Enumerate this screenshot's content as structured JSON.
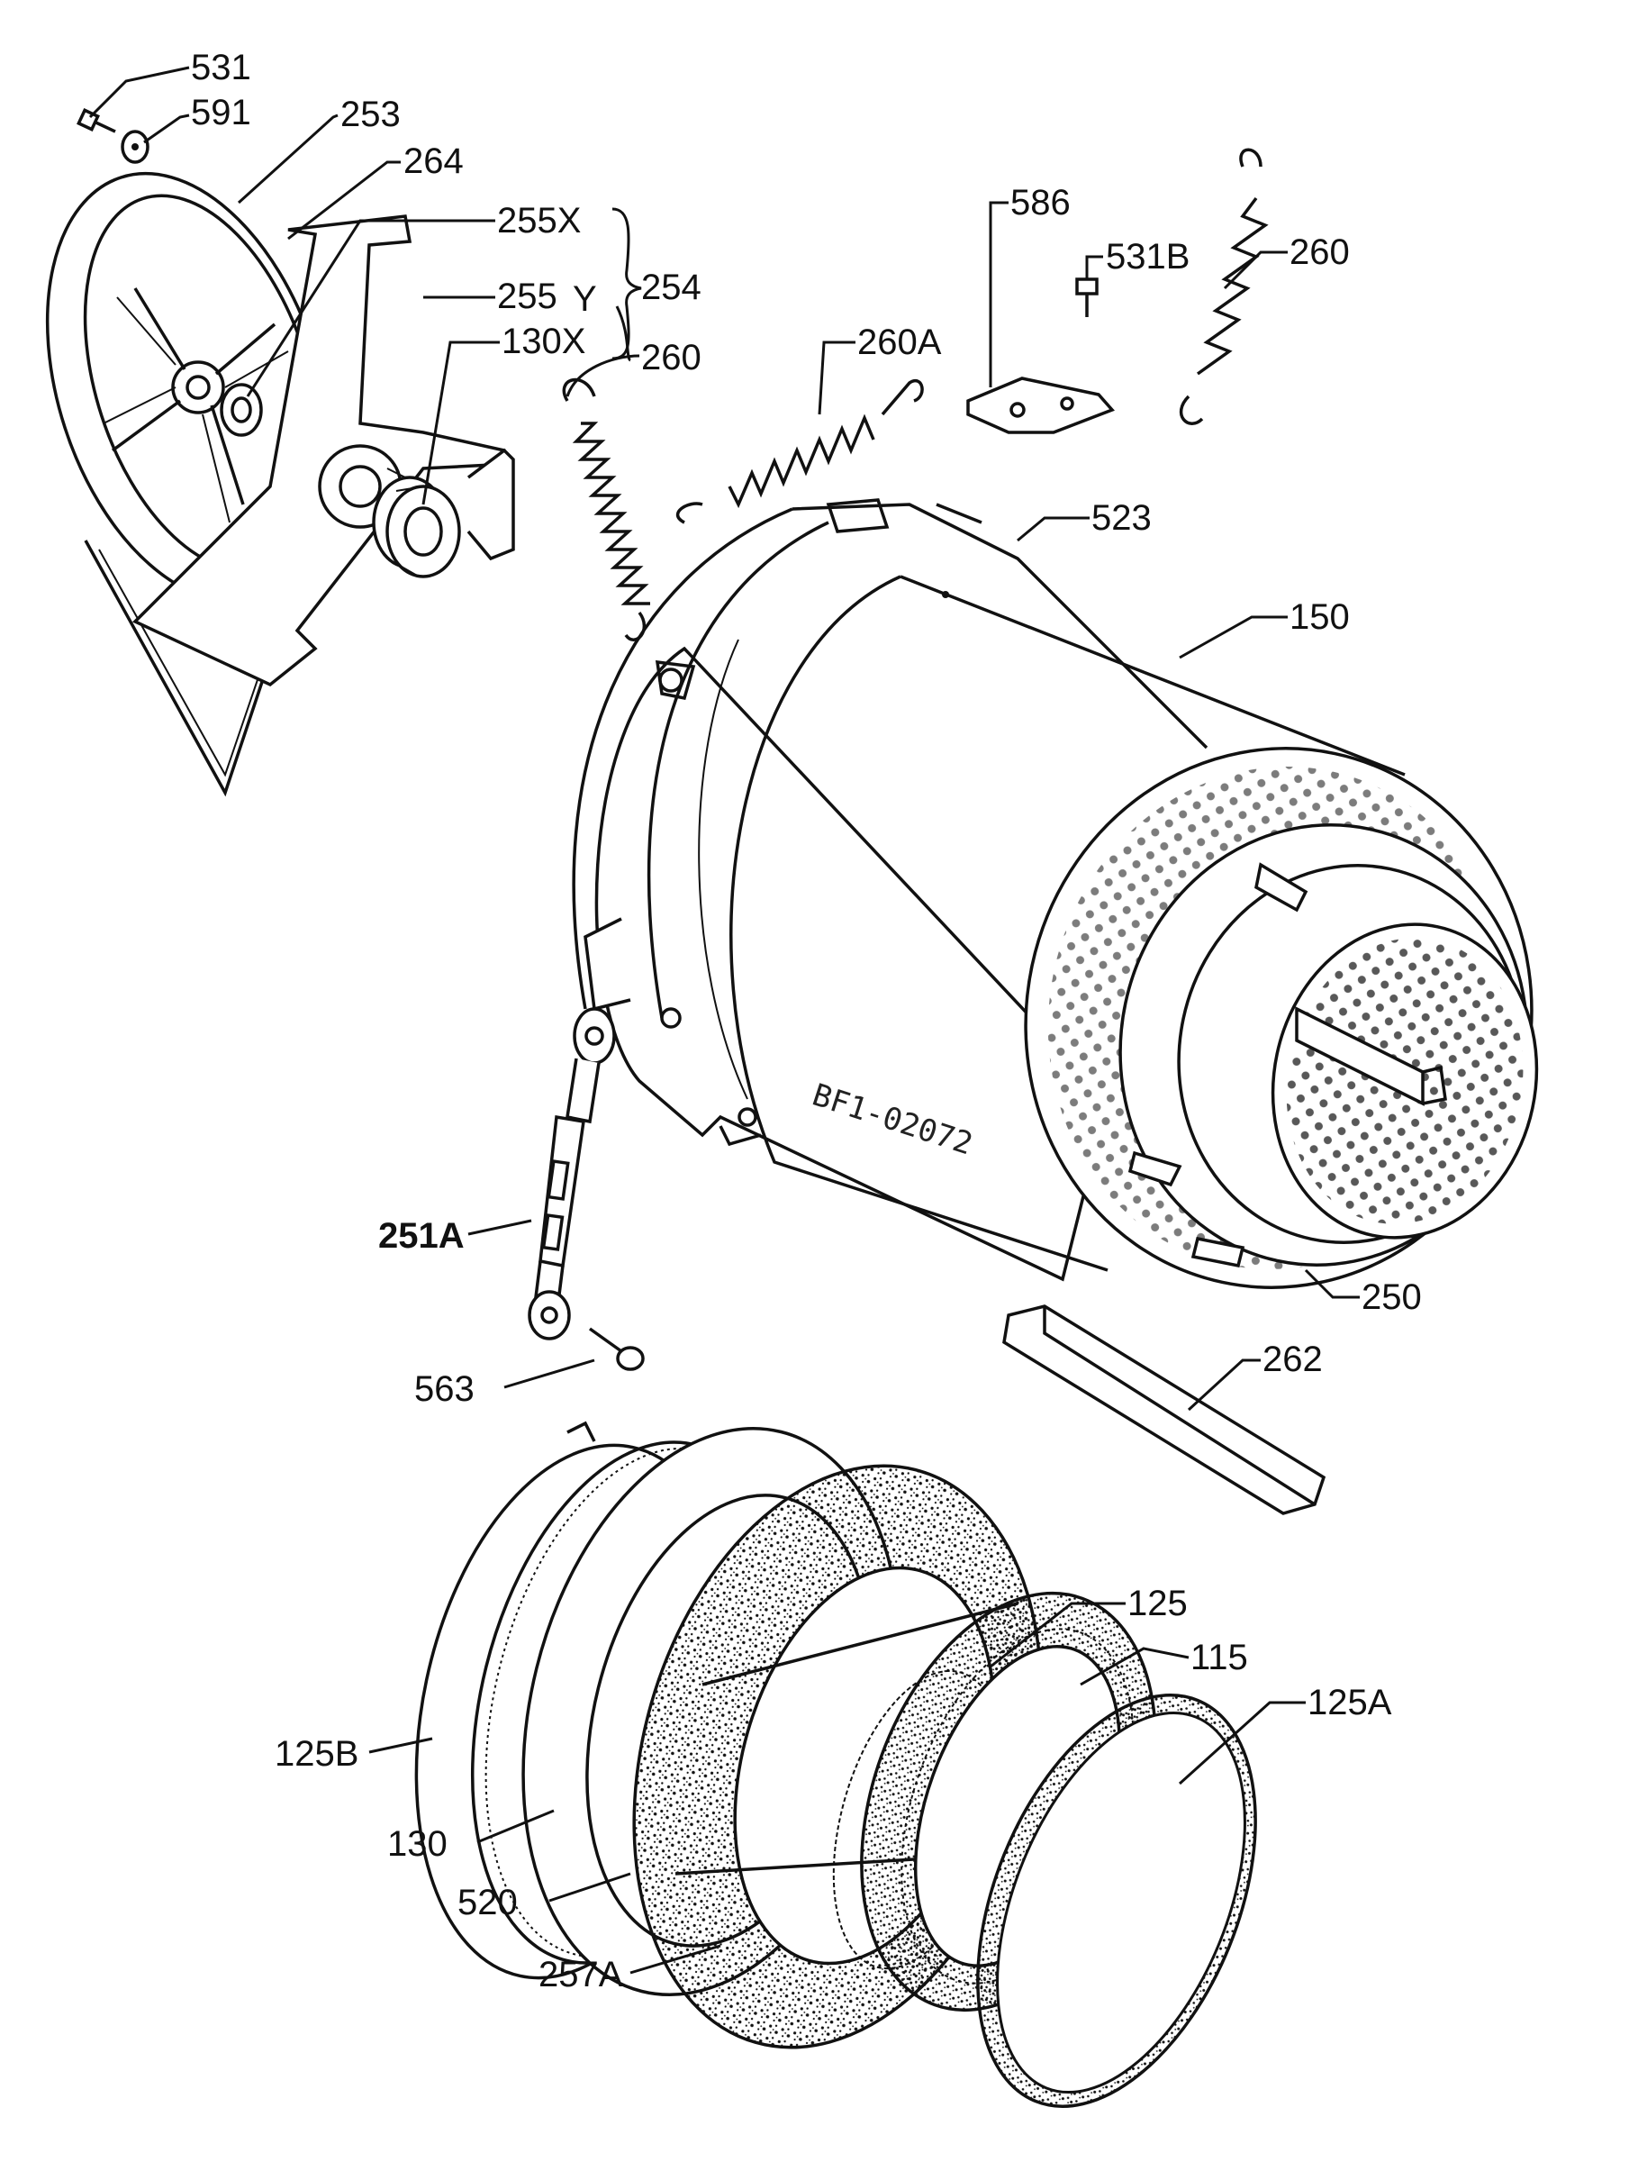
{
  "drawing_note": "BF1-02072",
  "labels": {
    "l531": "531",
    "l591": "591",
    "l253": "253",
    "l264": "264",
    "l255x": "255X",
    "l255": "255",
    "l255y": "Y",
    "l254": "254",
    "l130x": "130X",
    "l260a_left": "260",
    "l260A": "260A",
    "l586": "586",
    "l531B": "531B",
    "l260_right": "260",
    "l523": "523",
    "l150": "150",
    "l251A": "251A",
    "l250": "250",
    "l563": "563",
    "l262": "262",
    "l125": "125",
    "l115": "115",
    "l125A": "125A",
    "l125B": "125B",
    "l130": "130",
    "l520": "520",
    "l257A": "257A"
  }
}
